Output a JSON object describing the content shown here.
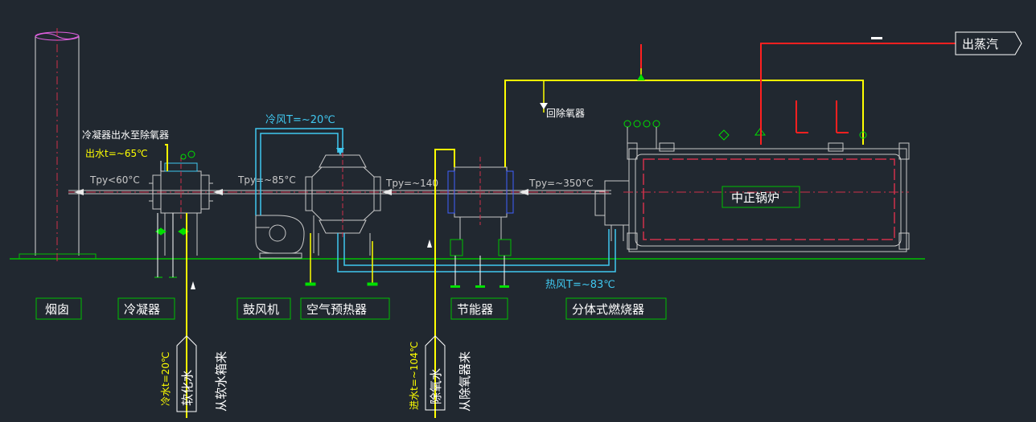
{
  "colors": {
    "background": "#212830",
    "steam": "#ff2020",
    "water": "#ffff00",
    "cold_air": "#40c8f0",
    "flue": "#c8c8c8",
    "label_frame": "#00c000",
    "axis": "#d0304a",
    "ground": "#00ff00"
  },
  "labels": {
    "chimney": "烟囱",
    "condenser": "冷凝器",
    "blower": "鼓风机",
    "air_preheater": "空气预热器",
    "economizer": "节能器",
    "burner": "分体式燃烧器",
    "boiler": "中正锅炉",
    "steam_out": "出蒸汽"
  },
  "annotations": {
    "condenser_water_to_deaerator": "冷凝器出水至除氧器",
    "outlet_water_temp": "出水t=~65℃",
    "cold_air_temp": "冷风T=~20℃",
    "hot_air_temp": "热风T=~83℃",
    "return_deaerator": "回除氧器",
    "flue_lt60": "Tpy<60°C",
    "flue_85": "Tpy=~85°C",
    "flue_140": "Tpy=~140",
    "flue_350": "Tpy=~350°C"
  },
  "vertical_texts": {
    "inlet_cold_water": "冷水t=20℃",
    "soft_water": "软化水",
    "from_soft_tank": "从软水箱来",
    "inlet_water_104": "进水t=~104℃",
    "deaerated_water": "除氧水",
    "from_deaerator": "从除氧器来"
  }
}
